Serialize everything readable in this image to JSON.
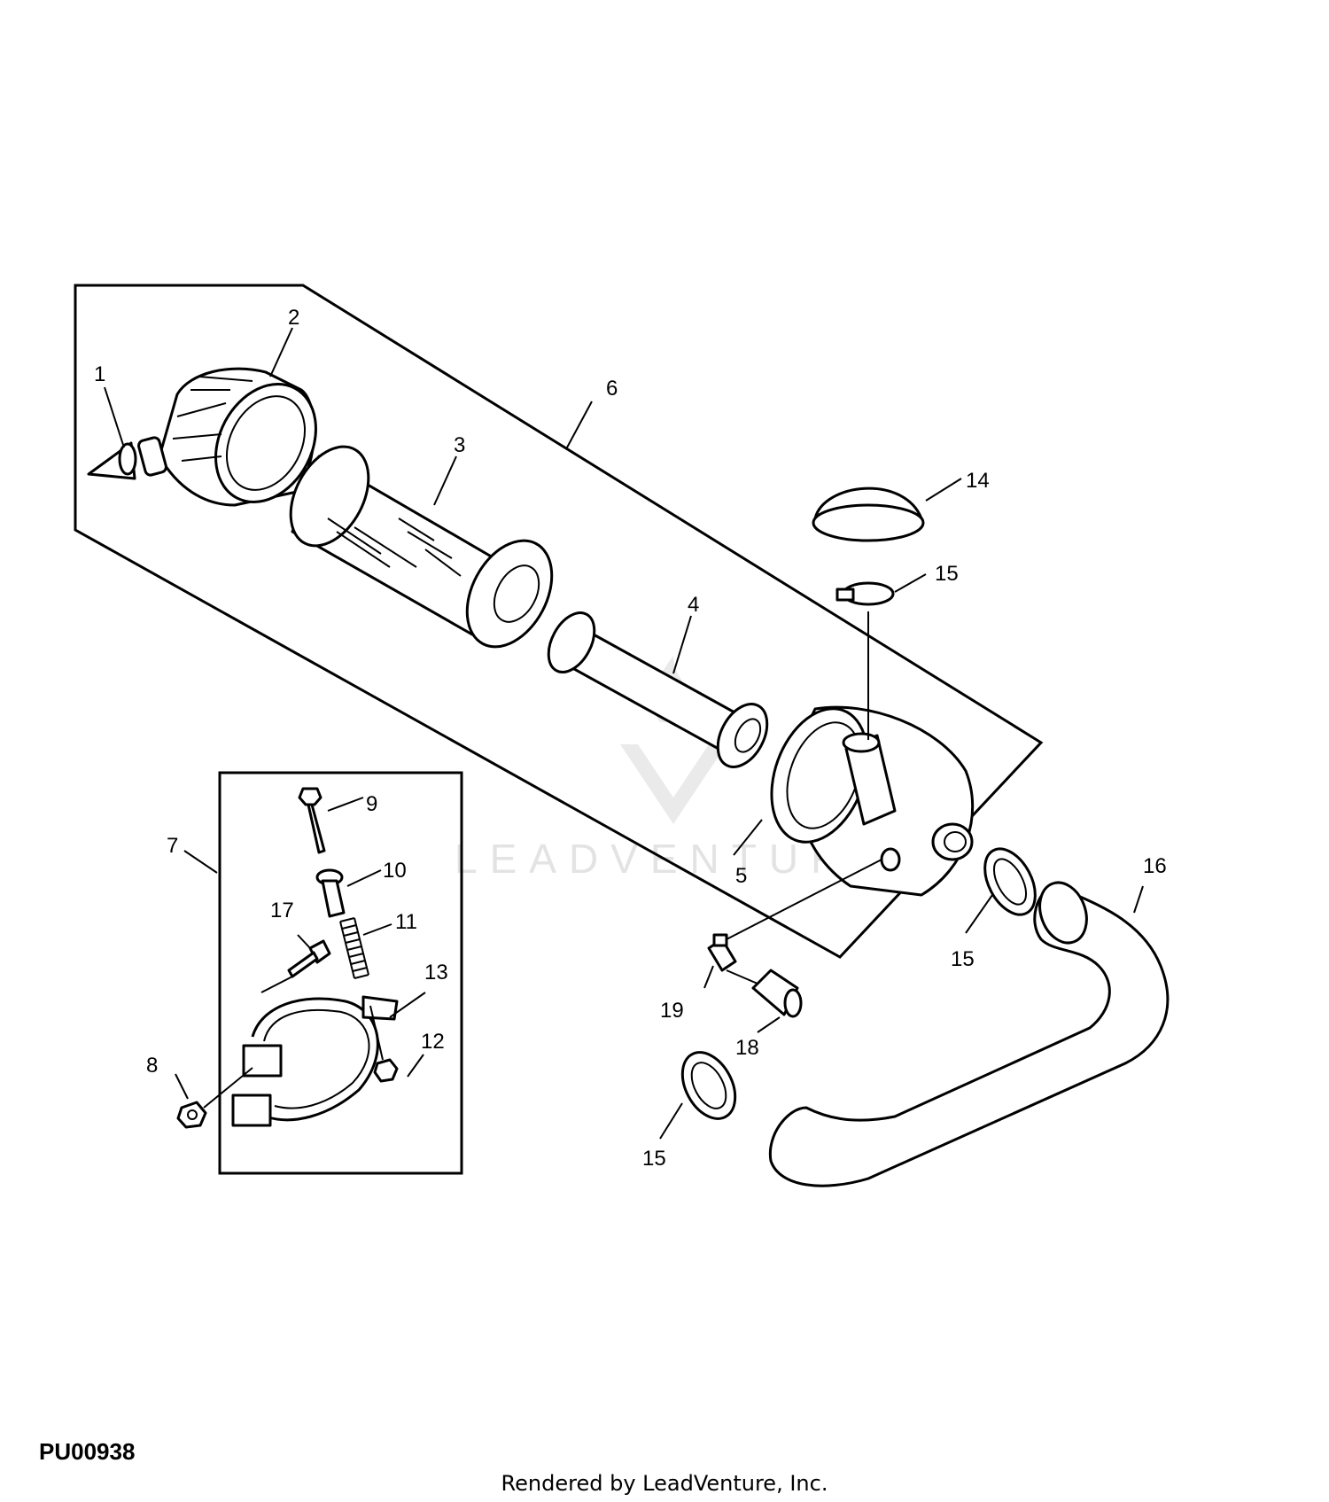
{
  "figure_id": "PU00938",
  "credit": "Rendered by LeadVenture, Inc.",
  "watermark_text": "LEADVENTURE",
  "callouts": {
    "c1": "1",
    "c2": "2",
    "c3": "3",
    "c4": "4",
    "c5": "5",
    "c6": "6",
    "c7": "7",
    "c8": "8",
    "c9": "9",
    "c10": "10",
    "c11": "11",
    "c12": "12",
    "c13": "13",
    "c14": "14",
    "c15a": "15",
    "c15b": "15",
    "c15c": "15",
    "c16": "16",
    "c17": "17",
    "c18": "18",
    "c19": "19"
  }
}
